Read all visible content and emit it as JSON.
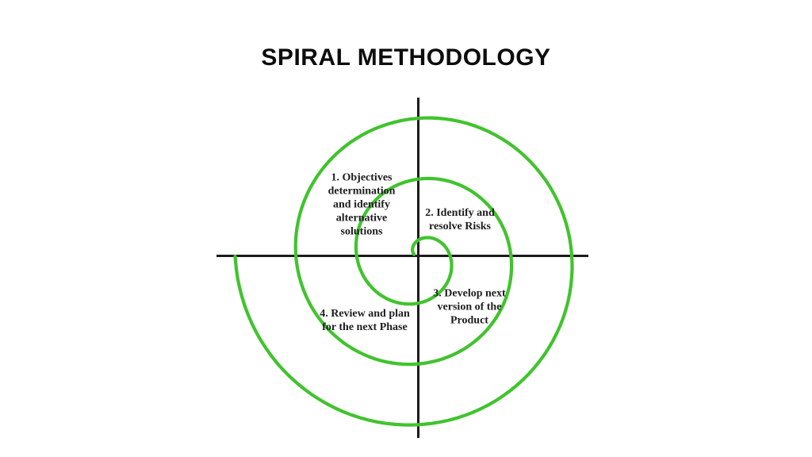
{
  "title": "SPIRAL METHODOLOGY",
  "diagram": {
    "type": "spiral-methodology-diagram",
    "phases": [
      {
        "label": "1. Objectives\ndetermination\nand identify\nalternative\nsolutions",
        "quadrant": "top-left"
      },
      {
        "label": "2. Identify and\nresolve Risks",
        "quadrant": "top-right-inner"
      },
      {
        "label": "3. Develop next\nversion of the\nProduct",
        "quadrant": "bottom-right-inner"
      },
      {
        "label": "4. Review and plan\nfor the next Phase",
        "quadrant": "bottom-left"
      }
    ],
    "colors": {
      "spiral": "#41c32e",
      "axis": "#1b1b1b",
      "text": "#1e1e1e",
      "background": "#ffffff"
    }
  }
}
